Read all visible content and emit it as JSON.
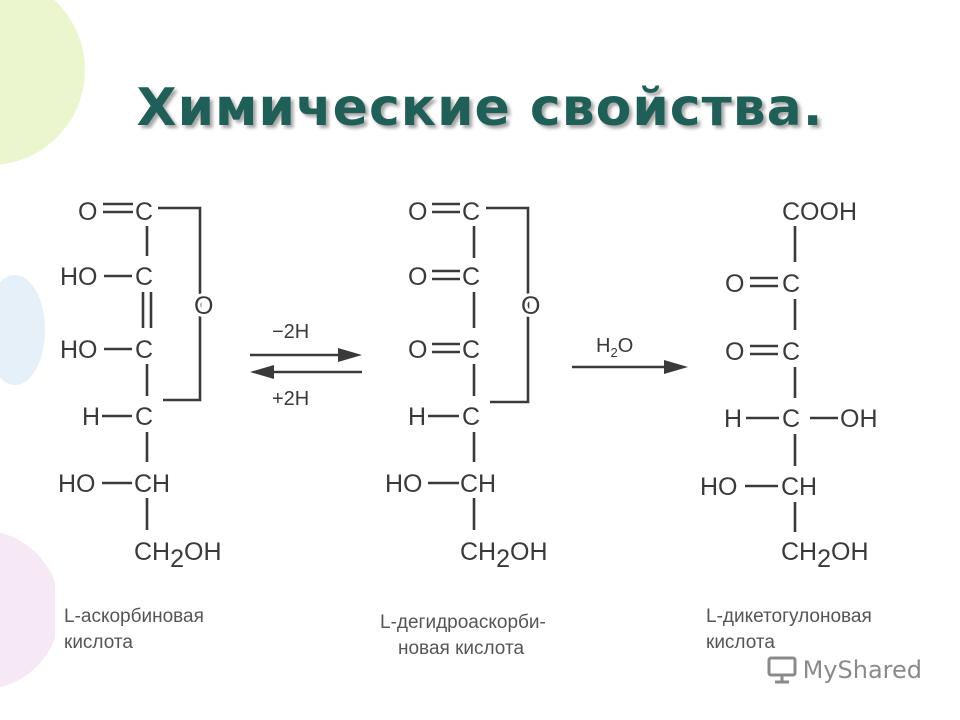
{
  "slide": {
    "title": "Химические свойства."
  },
  "labels": {
    "o": "O",
    "c": "C",
    "ho": "HO",
    "h": "H",
    "oh": "OH",
    "ch": "CH",
    "ch2": "CH",
    "sub2": "2",
    "cooh": "COOH",
    "h2o_h": "H",
    "h2o_o": "O"
  },
  "reaction": {
    "forward": "−2H",
    "reverse": "+2H"
  },
  "compounds": [
    {
      "line1": "L-аскорбиновая",
      "line2": "кислота"
    },
    {
      "line1": "L-дегидроаскорби-",
      "line2": "новая кислота"
    },
    {
      "line1": "L-дикетогулоновая",
      "line2": "кислота"
    }
  ],
  "watermark": {
    "text": "MyShared"
  },
  "colors": {
    "title": "#1f5f57",
    "ink": "#3a3a3a"
  }
}
